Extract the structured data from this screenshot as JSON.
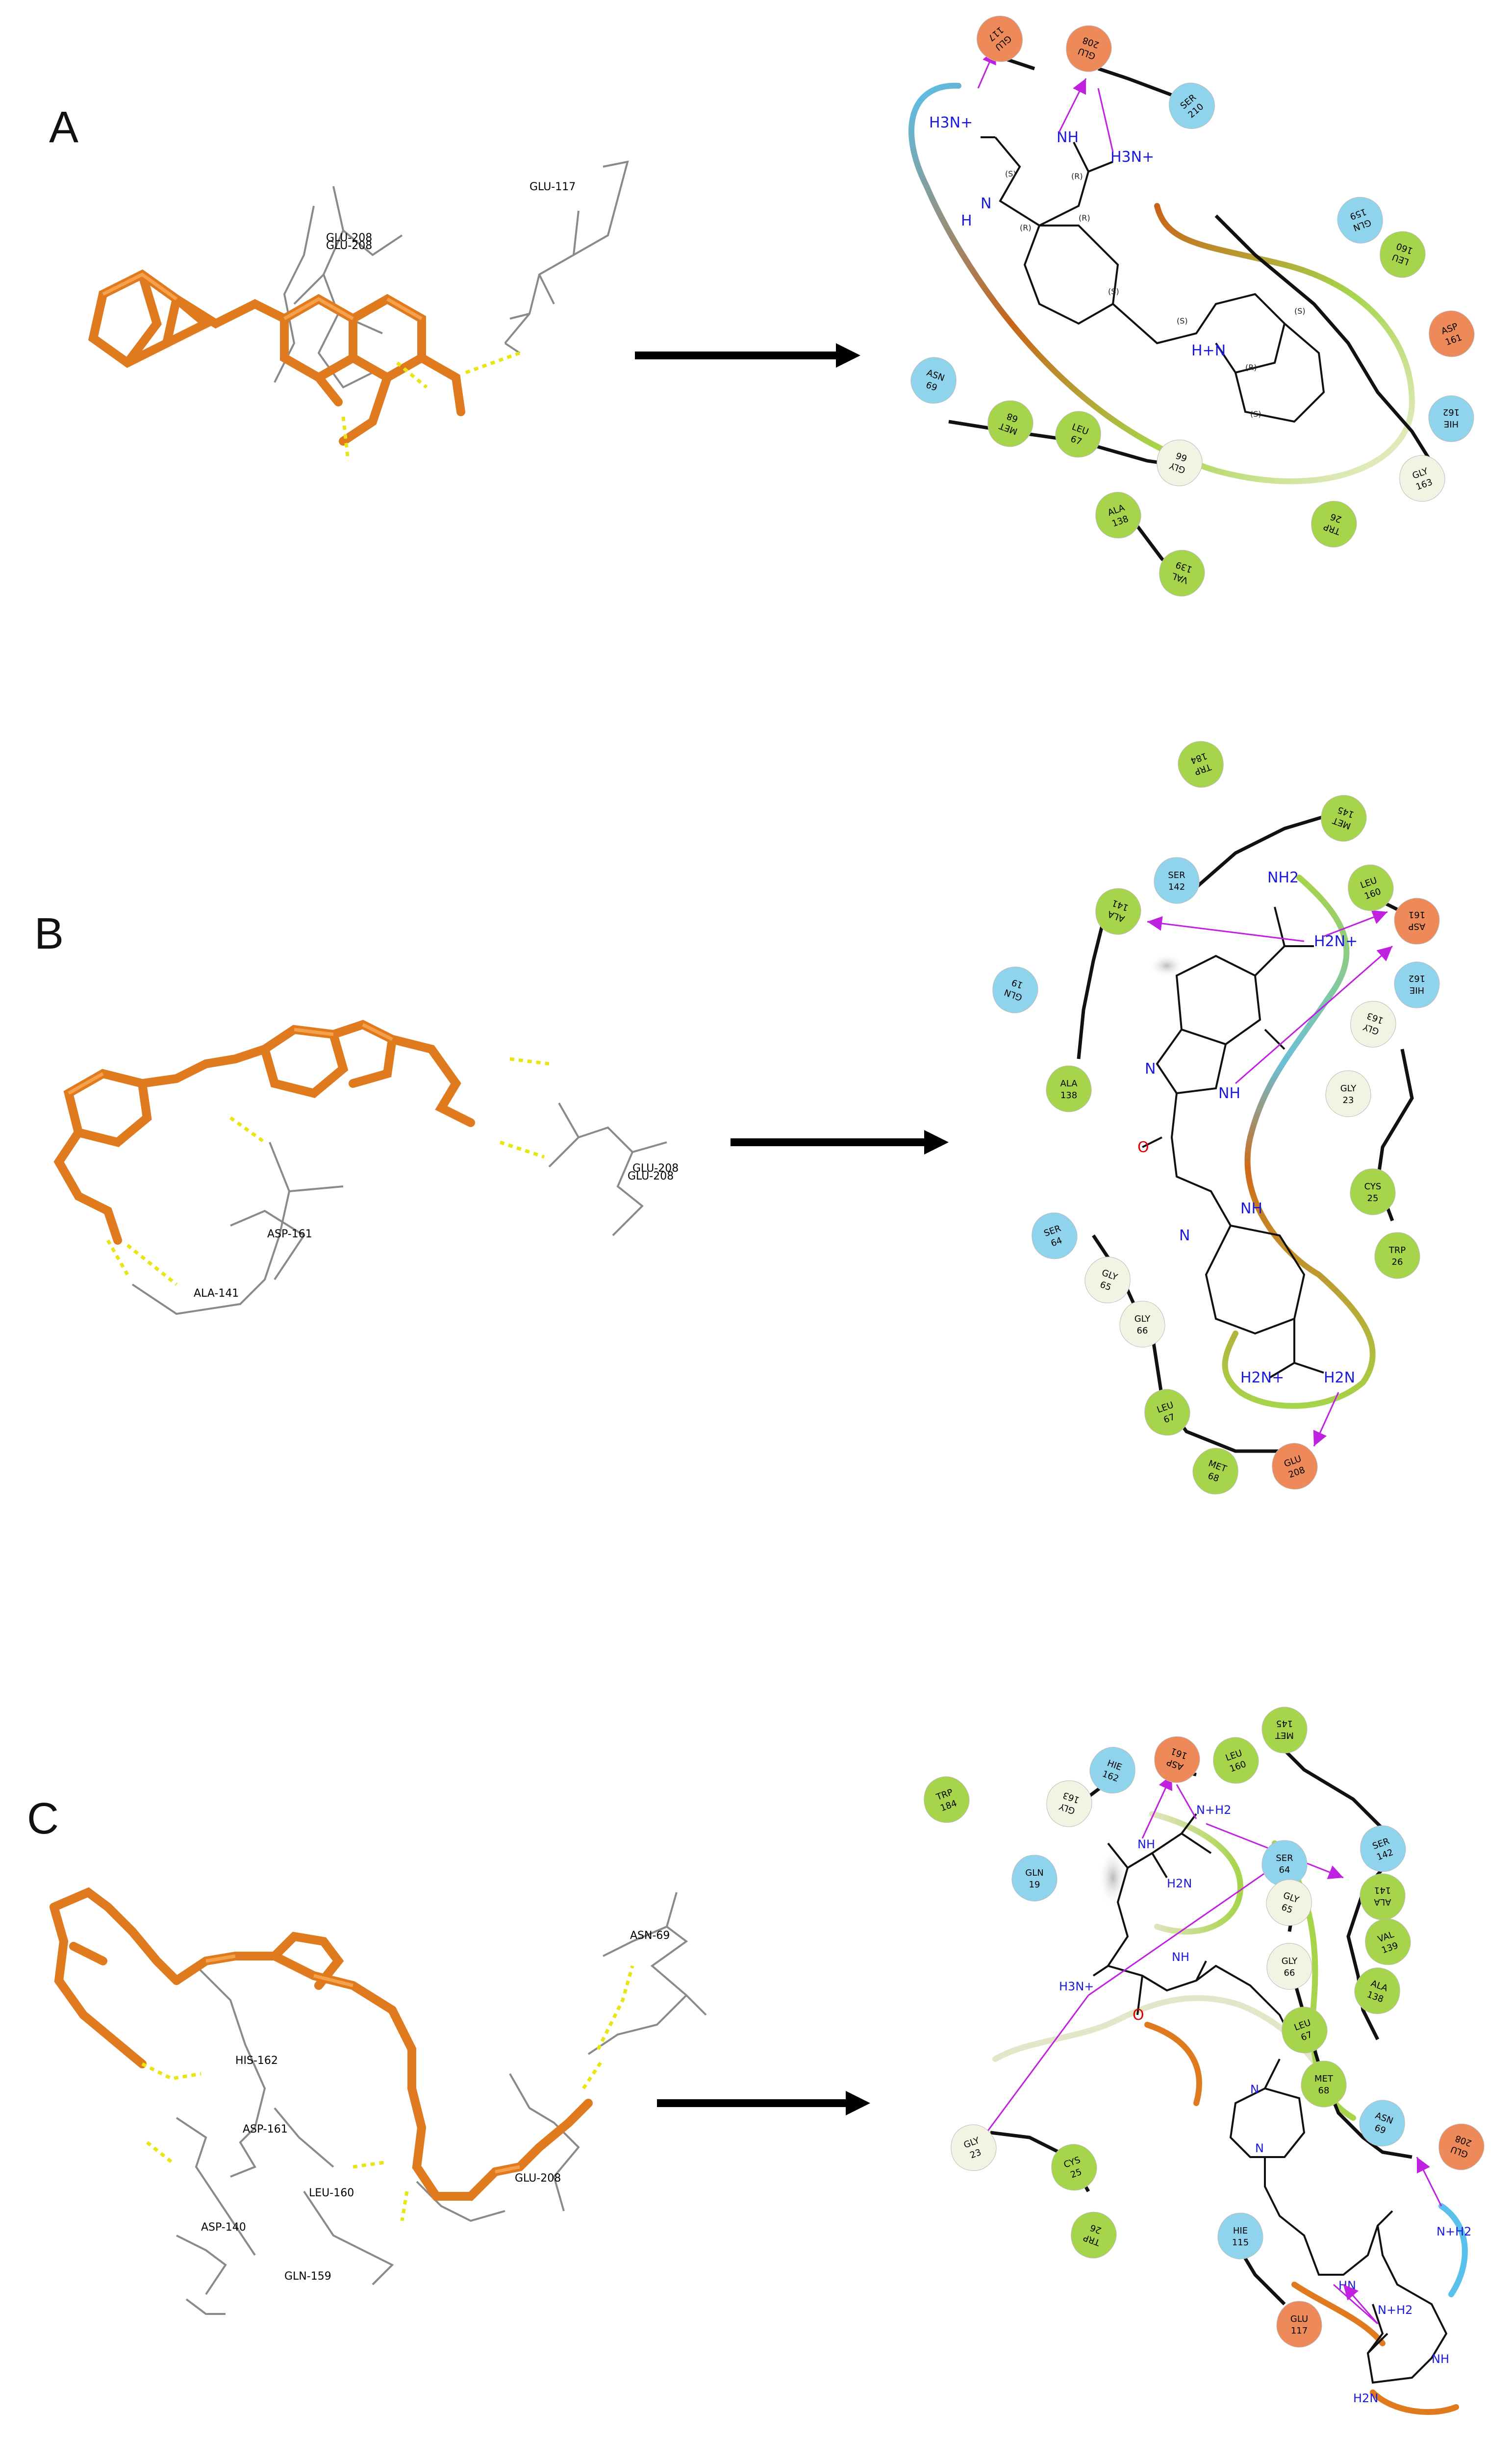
{
  "panels": {
    "A": {
      "letter": "A",
      "pymol_labels": [
        "GLU-208",
        "GLU-208",
        "GLU-117"
      ],
      "ligand_atoms": [
        "H3N+",
        "NH",
        "H3N+",
        "H",
        "N",
        "H+N"
      ],
      "stereo": [
        "(S)",
        "(R)",
        "(R)",
        "(R)",
        "(S)",
        "(S)",
        "(S)",
        "(R)",
        "(S)"
      ],
      "residues": [
        {
          "name": "GLU",
          "num": "117",
          "type": "negative"
        },
        {
          "name": "GLU",
          "num": "208",
          "type": "negative"
        },
        {
          "name": "SER",
          "num": "210",
          "type": "polar"
        },
        {
          "name": "GLN",
          "num": "159",
          "type": "polar"
        },
        {
          "name": "LEU",
          "num": "160",
          "type": "hydrophobic"
        },
        {
          "name": "ASP",
          "num": "161",
          "type": "negative"
        },
        {
          "name": "HIE",
          "num": "162",
          "type": "polar"
        },
        {
          "name": "GLY",
          "num": "163",
          "type": "glycine"
        },
        {
          "name": "ASN",
          "num": "69",
          "type": "polar"
        },
        {
          "name": "MET",
          "num": "68",
          "type": "hydrophobic"
        },
        {
          "name": "LEU",
          "num": "67",
          "type": "hydrophobic"
        },
        {
          "name": "GLY",
          "num": "66",
          "type": "glycine"
        },
        {
          "name": "ALA",
          "num": "138",
          "type": "hydrophobic"
        },
        {
          "name": "VAL",
          "num": "139",
          "type": "hydrophobic"
        },
        {
          "name": "TRP",
          "num": "26",
          "type": "hydrophobic"
        }
      ]
    },
    "B": {
      "letter": "B",
      "pymol_labels": [
        "GLU-208",
        "GLU-208",
        "ASP-161",
        "ALA-141"
      ],
      "ligand_atoms": [
        "NH2",
        "H2N+",
        "N",
        "NH",
        "NH",
        "N",
        "H2N+",
        "H2N"
      ],
      "oxygen": "O",
      "residues": [
        {
          "name": "TRP",
          "num": "184",
          "type": "hydrophobic"
        },
        {
          "name": "MET",
          "num": "145",
          "type": "hydrophobic"
        },
        {
          "name": "SER",
          "num": "142",
          "type": "polar"
        },
        {
          "name": "ALA",
          "num": "141",
          "type": "hydrophobic"
        },
        {
          "name": "LEU",
          "num": "160",
          "type": "hydrophobic"
        },
        {
          "name": "ASP",
          "num": "161",
          "type": "negative"
        },
        {
          "name": "HIE",
          "num": "162",
          "type": "polar"
        },
        {
          "name": "GLY",
          "num": "163",
          "type": "glycine"
        },
        {
          "name": "GLN",
          "num": "19",
          "type": "polar"
        },
        {
          "name": "ALA",
          "num": "138",
          "type": "hydrophobic"
        },
        {
          "name": "GLY",
          "num": "23",
          "type": "glycine"
        },
        {
          "name": "CYS",
          "num": "25",
          "type": "hydrophobic"
        },
        {
          "name": "TRP",
          "num": "26",
          "type": "hydrophobic"
        },
        {
          "name": "SER",
          "num": "64",
          "type": "polar"
        },
        {
          "name": "GLY",
          "num": "65",
          "type": "glycine"
        },
        {
          "name": "GLY",
          "num": "66",
          "type": "glycine"
        },
        {
          "name": "LEU",
          "num": "67",
          "type": "hydrophobic"
        },
        {
          "name": "MET",
          "num": "68",
          "type": "hydrophobic"
        },
        {
          "name": "GLU",
          "num": "208",
          "type": "negative"
        }
      ]
    },
    "C": {
      "letter": "C",
      "pymol_labels": [
        "ASN-69",
        "HIS-162",
        "ASP-161",
        "LEU-160",
        "GLU-208",
        "ASP-140",
        "GLN-159"
      ],
      "ligand_atoms": [
        "NH",
        "N+H2",
        "H2N",
        "H3N+",
        "NH",
        "N",
        "N",
        "HN",
        "N+H2",
        "N+H2",
        "H2N",
        "NH"
      ],
      "oxygen": "O",
      "residues": [
        {
          "name": "TRP",
          "num": "184",
          "type": "hydrophobic"
        },
        {
          "name": "GLY",
          "num": "163",
          "type": "glycine"
        },
        {
          "name": "HIE",
          "num": "162",
          "type": "polar"
        },
        {
          "name": "ASP",
          "num": "161",
          "type": "negative"
        },
        {
          "name": "LEU",
          "num": "160",
          "type": "hydrophobic"
        },
        {
          "name": "MET",
          "num": "145",
          "type": "hydrophobic"
        },
        {
          "name": "GLN",
          "num": "19",
          "type": "polar"
        },
        {
          "name": "SER",
          "num": "64",
          "type": "polar"
        },
        {
          "name": "SER",
          "num": "142",
          "type": "polar"
        },
        {
          "name": "GLY",
          "num": "65",
          "type": "glycine"
        },
        {
          "name": "ALA",
          "num": "141",
          "type": "hydrophobic"
        },
        {
          "name": "GLY",
          "num": "66",
          "type": "glycine"
        },
        {
          "name": "VAL",
          "num": "139",
          "type": "hydrophobic"
        },
        {
          "name": "LEU",
          "num": "67",
          "type": "hydrophobic"
        },
        {
          "name": "ALA",
          "num": "138",
          "type": "hydrophobic"
        },
        {
          "name": "MET",
          "num": "68",
          "type": "hydrophobic"
        },
        {
          "name": "ASN",
          "num": "69",
          "type": "polar"
        },
        {
          "name": "GLU",
          "num": "208",
          "type": "negative"
        },
        {
          "name": "GLY",
          "num": "23",
          "type": "glycine"
        },
        {
          "name": "CYS",
          "num": "25",
          "type": "hydrophobic"
        },
        {
          "name": "TRP",
          "num": "26",
          "type": "hydrophobic"
        },
        {
          "name": "HIE",
          "num": "115",
          "type": "polar"
        },
        {
          "name": "GLU",
          "num": "117",
          "type": "negative"
        }
      ]
    }
  },
  "colors": {
    "negative": "#ee8a5a",
    "polar": "#8fd4ec",
    "hydrophobic": "#a6d44a",
    "glycine": "#f3f3e4",
    "ligand": "#e07a1f",
    "hbond": "#e6e614",
    "interaction_arrow": "#c020e0",
    "atom_N": "#1a1ad8",
    "atom_O": "#e00000"
  }
}
